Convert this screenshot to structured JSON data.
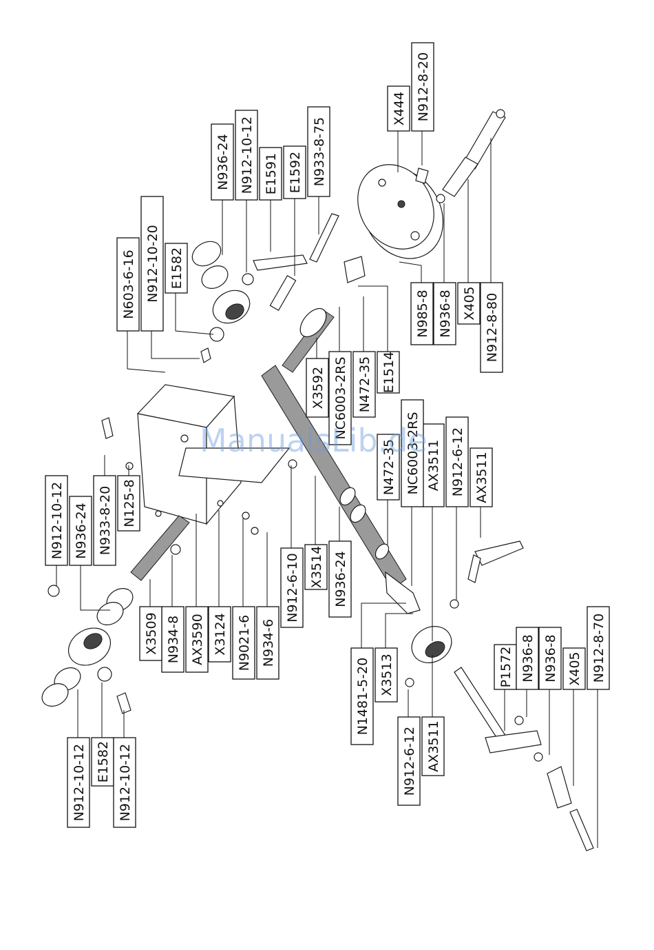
{
  "watermark": "ManualsLib.de",
  "labels": [
    {
      "text": "N912-8-20"
    },
    {
      "text": "X444"
    },
    {
      "text": "N933-8-75"
    },
    {
      "text": "E1592"
    },
    {
      "text": "E1591"
    },
    {
      "text": "N912-10-12"
    },
    {
      "text": "N936-24"
    },
    {
      "text": "N912-10-20"
    },
    {
      "text": "N603-6-16"
    },
    {
      "text": "E1582"
    },
    {
      "text": "N985-8"
    },
    {
      "text": "N936-8"
    },
    {
      "text": "X405"
    },
    {
      "text": "N912-8-80"
    },
    {
      "text": "E1514"
    },
    {
      "text": "N472-35"
    },
    {
      "text": "NC6003-2RS"
    },
    {
      "text": "X3592"
    },
    {
      "text": "N912-10-12"
    },
    {
      "text": "N936-24"
    },
    {
      "text": "N933-8-20"
    },
    {
      "text": "N125-8"
    },
    {
      "text": "AX3511"
    },
    {
      "text": "N912-6-12"
    },
    {
      "text": "AX3511"
    },
    {
      "text": "NC6003-2RS"
    },
    {
      "text": "N472-35"
    },
    {
      "text": "N936-24"
    },
    {
      "text": "X3514"
    },
    {
      "text": "N912-6-10"
    },
    {
      "text": "N934-6"
    },
    {
      "text": "N9021-6"
    },
    {
      "text": "X3124"
    },
    {
      "text": "AX3590"
    },
    {
      "text": "N934-8"
    },
    {
      "text": "X3509"
    },
    {
      "text": "N1481-5-20"
    },
    {
      "text": "X3513"
    },
    {
      "text": "P1572"
    },
    {
      "text": "N936-8"
    },
    {
      "text": "N936-8"
    },
    {
      "text": "X405"
    },
    {
      "text": "N912-8-70"
    },
    {
      "text": "N912-6-12"
    },
    {
      "text": "AX3511"
    },
    {
      "text": "N912-10-12"
    },
    {
      "text": "E1582"
    },
    {
      "text": "N912-10-12"
    }
  ]
}
